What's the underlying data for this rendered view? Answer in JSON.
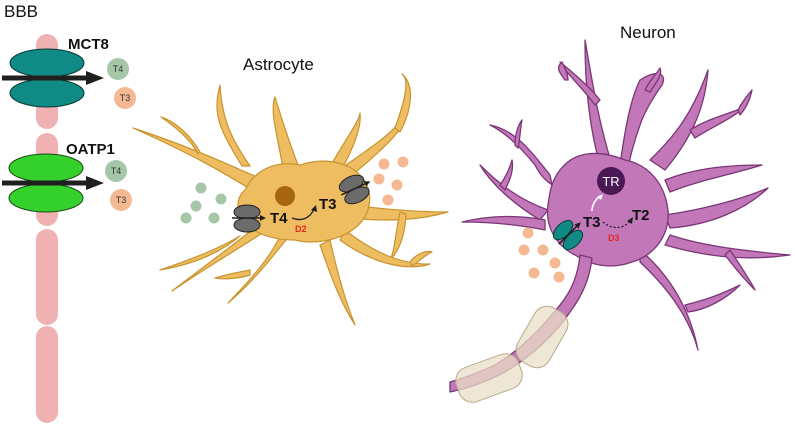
{
  "bbb": {
    "title": "BBB",
    "segment_color": "#efb1b1",
    "transporters": [
      {
        "name": "MCT8",
        "color": "#0f8a85",
        "outgoing": [
          "T4",
          "T3"
        ]
      },
      {
        "name": "OATP1",
        "color": "#34d12c",
        "outgoing": [
          "T4",
          "T3"
        ]
      }
    ]
  },
  "astrocyte": {
    "title": "Astrocyte",
    "body_color": "#eebd62",
    "outline_color": "#c8932e",
    "nucleus_color": "#a6660f",
    "transporter_color": "#6b6b6b",
    "input_hormone": "T4",
    "output_hormone": "T3",
    "enzyme": "D2"
  },
  "neuron": {
    "title": "Neuron",
    "body_color": "#c277b9",
    "outline_color": "#7a3677",
    "receptor_label": "TR",
    "receptor_color": "#4a1854",
    "transporter_color": "#0f8a85",
    "input_hormone": "T3",
    "output_hormone": "T2",
    "enzyme": "D3",
    "myelin_color": "#e9dfc7"
  },
  "colors": {
    "t4_circle": "#a6c6a8",
    "t3_circle": "#f4b993",
    "arrow": "#1f1f1f",
    "enzyme_text": "#e8261c"
  }
}
